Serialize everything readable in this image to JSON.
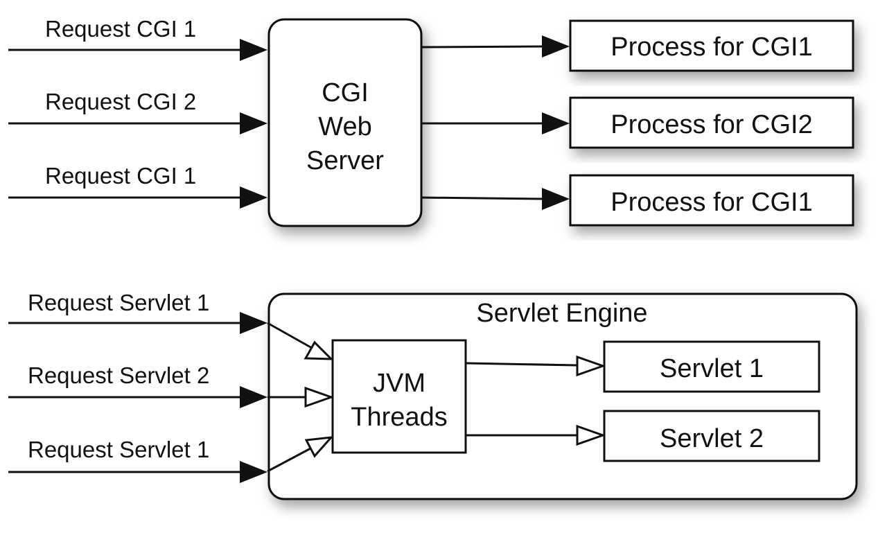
{
  "cgi": {
    "requests": [
      "Request CGI 1",
      "Request CGI 2",
      "Request CGI 1"
    ],
    "server_lines": [
      "CGI",
      "Web",
      "Server"
    ],
    "processes": [
      "Process for CGI1",
      "Process for CGI2",
      "Process for CGI1"
    ]
  },
  "servlet": {
    "requests": [
      "Request Servlet 1",
      "Request Servlet 2",
      "Request Servlet 1"
    ],
    "engine_title": "Servlet Engine",
    "jvm_lines": [
      "JVM",
      "Threads"
    ],
    "servlets": [
      "Servlet 1",
      "Servlet 2"
    ]
  }
}
